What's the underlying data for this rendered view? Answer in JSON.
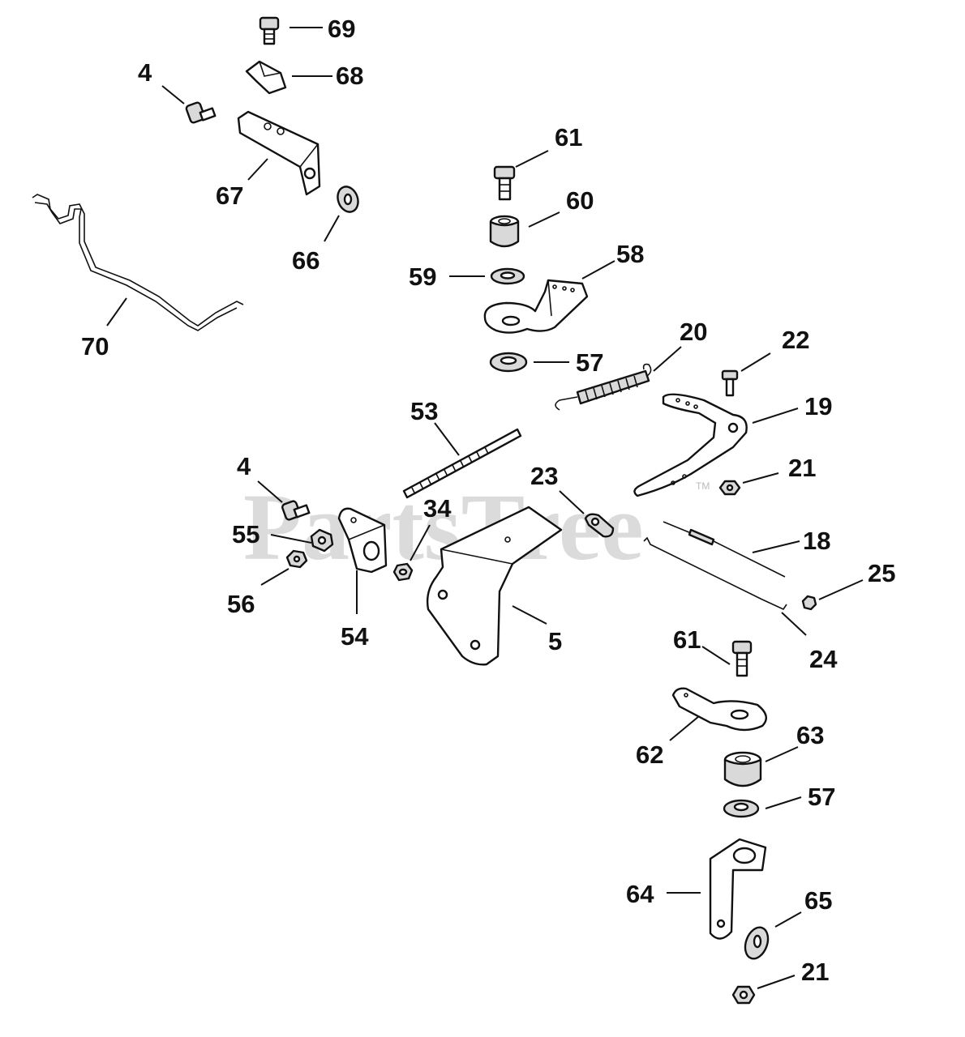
{
  "watermark": {
    "text": "PartsTree",
    "tm": "TM"
  },
  "callouts": {
    "c69": "69",
    "c68": "68",
    "c4a": "4",
    "c67": "67",
    "c66": "66",
    "c70": "70",
    "c61a": "61",
    "c60": "60",
    "c59": "59",
    "c58": "58",
    "c57a": "57",
    "c20": "20",
    "c22": "22",
    "c19": "19",
    "c21a": "21",
    "c53": "53",
    "c4b": "4",
    "c23": "23",
    "c34": "34",
    "c55": "55",
    "c56": "56",
    "c54": "54",
    "c5": "5",
    "c18": "18",
    "c25": "25",
    "c24": "24",
    "c61b": "61",
    "c62": "62",
    "c63": "63",
    "c57b": "57",
    "c64": "64",
    "c65": "65",
    "c21b": "21"
  }
}
